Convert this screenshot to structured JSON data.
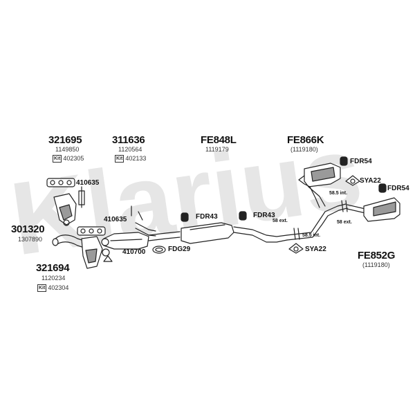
{
  "brand": {
    "watermark": "Klarius",
    "watermark_color": "#e6e6e6"
  },
  "groups": {
    "g321695": {
      "part": "321695",
      "oem": "1149850",
      "kit_badge": "Kit",
      "kit": "402305"
    },
    "g311636": {
      "part": "311636",
      "oem": "1120564",
      "kit_badge": "Kit",
      "kit": "402133"
    },
    "gfe848l": {
      "part": "FE848L",
      "oem": "1119179"
    },
    "gfe866k": {
      "part": "FE866K",
      "oem": "(1119180)"
    },
    "g301320": {
      "part": "301320",
      "oem": "1307890"
    },
    "g321694": {
      "part": "321694",
      "oem": "1120234",
      "kit_badge": "Kit",
      "kit": "402304"
    },
    "gfe852g": {
      "part": "FE852G",
      "oem": "(1119180)"
    }
  },
  "fittings": {
    "f410635a": "410635",
    "f410635b": "410635",
    "f410700": "410700",
    "ffdg29": "FDG29",
    "ffdr43a": "FDR43",
    "ffdr43b": "FDR43",
    "ffdr54a": "FDR54",
    "ffdr54b": "FDR54",
    "fsya22a": "SYA22",
    "fsya22b": "SYA22"
  },
  "dims": {
    "d58ext1": "58 ext.",
    "d585int1": "58.5 int.",
    "d585int2": "58.5 int.",
    "d58ext2": "58 ext."
  },
  "colors": {
    "line": "#222222",
    "part_fill": "#ffffff",
    "part_shade": "#9a9a9a"
  }
}
